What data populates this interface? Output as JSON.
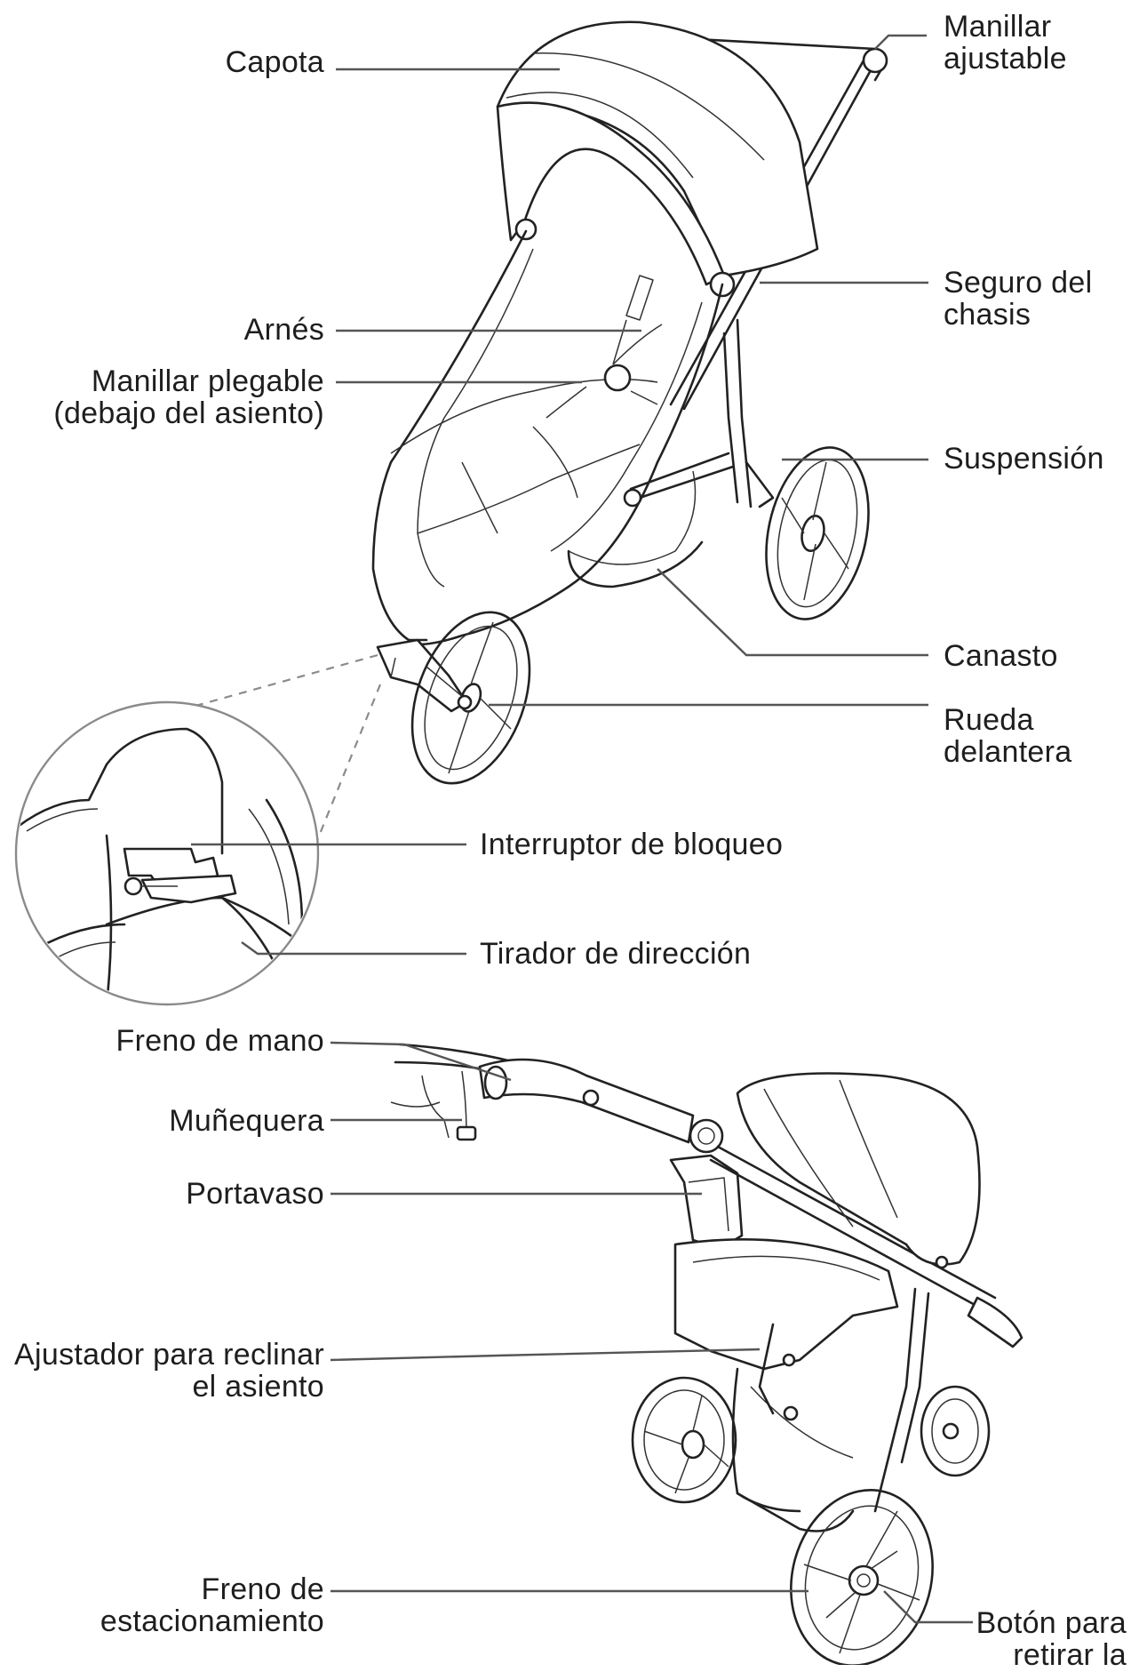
{
  "labels": {
    "capota": "Capota",
    "manillar_ajustable": "Manillar\najustable",
    "seguro_chasis": "Seguro del\nchasis",
    "arnes": "Arnés",
    "manillar_plegable": "Manillar plegable\n(debajo del asiento)",
    "suspension": "Suspensión",
    "canasto": "Canasto",
    "rueda_delantera": "Rueda\ndelantera",
    "interruptor_bloqueo": "Interruptor de bloqueo",
    "tirador_direccion": "Tirador de dirección",
    "freno_mano": "Freno de mano",
    "munequera": "Muñequera",
    "portavaso": "Portavaso",
    "ajustador_reclinar": "Ajustador para reclinar\nel asiento",
    "freno_estacionamiento": "Freno de\nestacionamiento",
    "boton_retirar": "Botón para\nretirar la"
  }
}
